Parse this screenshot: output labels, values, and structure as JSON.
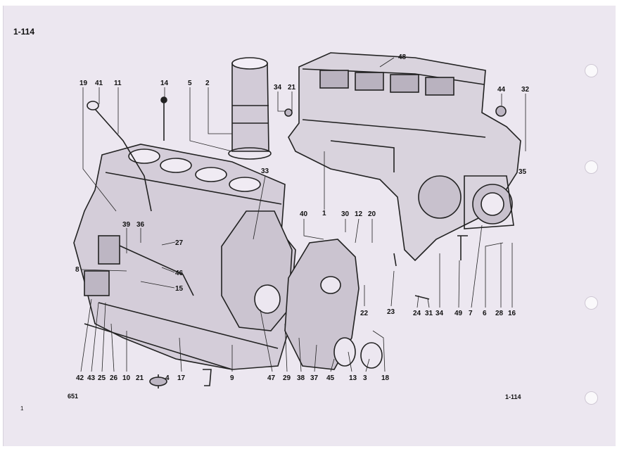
{
  "page_number_top": "1-114",
  "figure_code": "651",
  "page_number_bottom": "1-114",
  "corner_mark": "1",
  "callouts": [
    "19",
    "41",
    "11",
    "14",
    "5",
    "2",
    "34",
    "21",
    "48",
    "44",
    "32",
    "35",
    "33",
    "40",
    "30",
    "12",
    "20",
    "1",
    "39",
    "36",
    "27",
    "8",
    "46",
    "15",
    "23",
    "24",
    "31",
    "34",
    "49",
    "7",
    "6",
    "28",
    "16",
    "22",
    "42",
    "43",
    "25",
    "26",
    "10",
    "21",
    "4",
    "17",
    "9",
    "47",
    "29",
    "38",
    "37",
    "45",
    "13",
    "3",
    "18"
  ]
}
